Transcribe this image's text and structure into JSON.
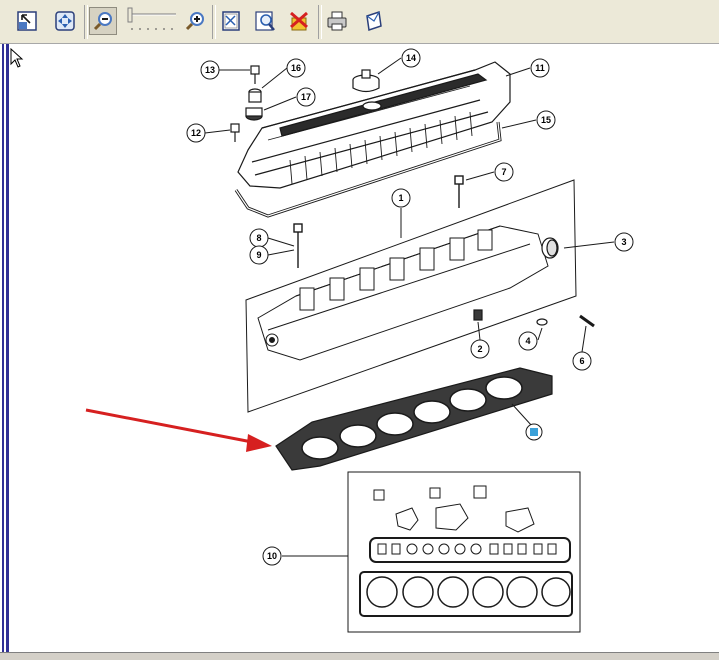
{
  "toolbar": {
    "buttons": [
      {
        "name": "page-back-button",
        "icon": "page-back-icon"
      },
      {
        "name": "fit-page-button",
        "icon": "fit-page-icon"
      },
      {
        "name": "zoom-out-button",
        "icon": "zoom-out-icon",
        "pressed": true
      },
      {
        "name": "zoom-in-button",
        "icon": "zoom-in-icon"
      },
      {
        "name": "rotate-button",
        "icon": "rotate-icon"
      },
      {
        "name": "magnify-button",
        "icon": "magnify-icon"
      },
      {
        "name": "delete-button",
        "icon": "delete-icon"
      },
      {
        "name": "print-button",
        "icon": "print-icon"
      },
      {
        "name": "send-button",
        "icon": "send-icon"
      }
    ]
  },
  "diagram": {
    "callouts": [
      "13",
      "16",
      "14",
      "11",
      "17",
      "12",
      "15",
      "7",
      "1",
      "8",
      "9",
      "3",
      "4",
      "2",
      "6",
      "10"
    ],
    "arrow_color": "#d62020",
    "hotspot_color": "#3aa0d8"
  }
}
